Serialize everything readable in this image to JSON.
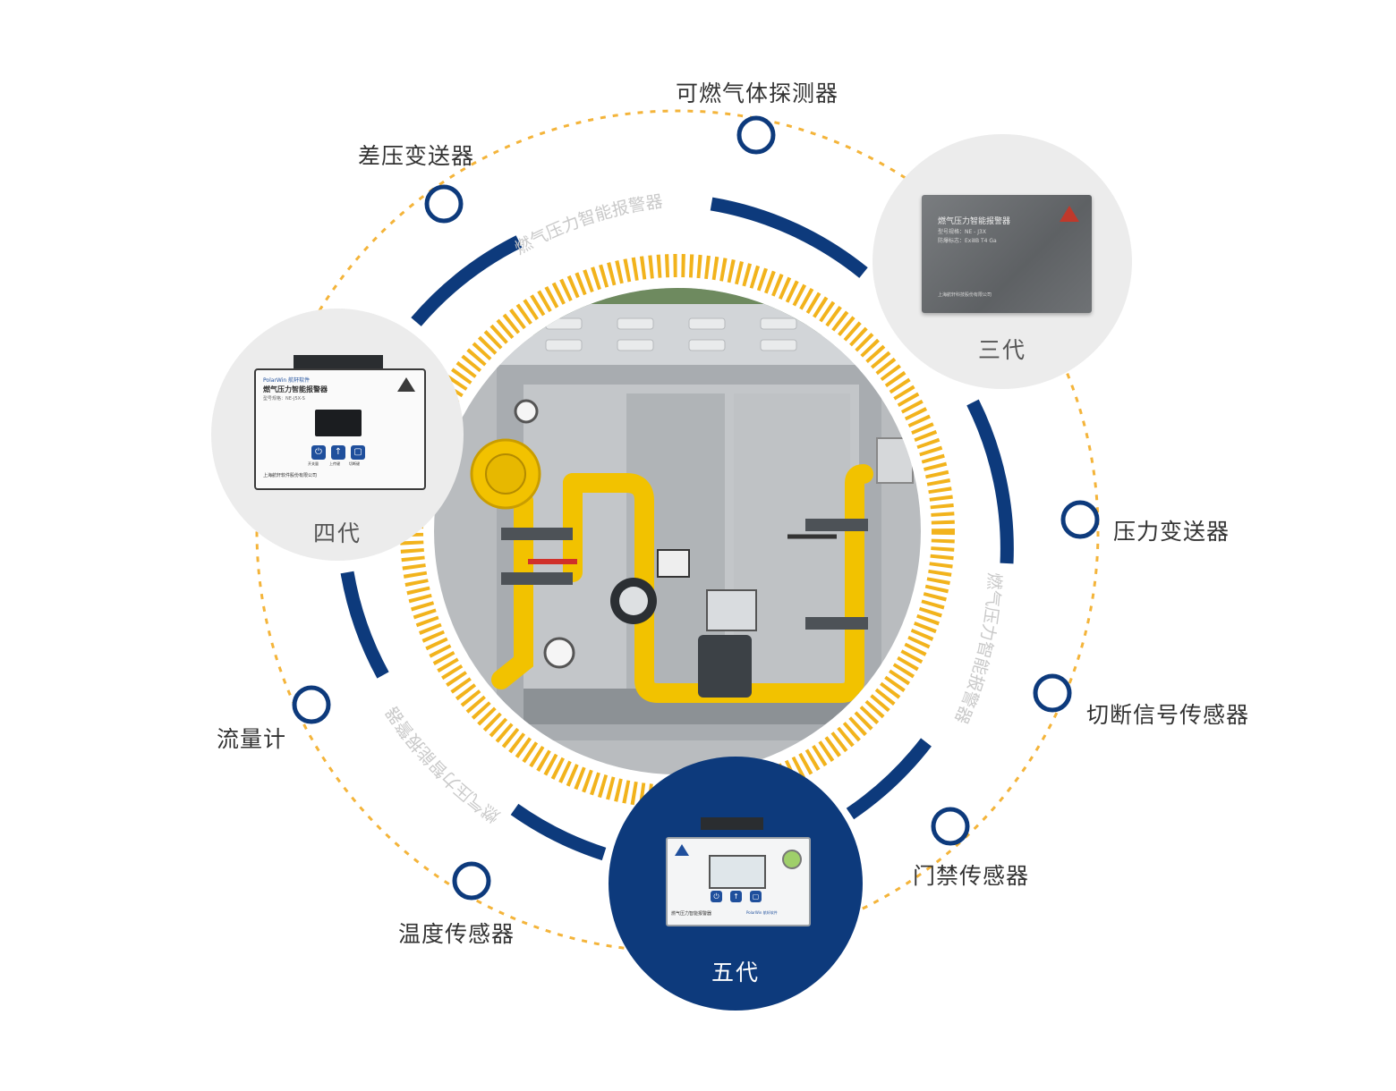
{
  "ring_text": "燃气压力智能报警器",
  "colors": {
    "navy": "#0d3a7c",
    "accent_yellow": "#f2b31c",
    "dash_orange": "#f4b43a",
    "light_gray": "#ececec",
    "label_text": "#333333"
  },
  "sensors": [
    {
      "id": "combustible-gas-detector",
      "label": "可燃气体探测器"
    },
    {
      "id": "diff-pressure-transmitter",
      "label": "差压变送器"
    },
    {
      "id": "pressure-transmitter",
      "label": "压力变送器"
    },
    {
      "id": "shutoff-signal-sensor",
      "label": "切断信号传感器"
    },
    {
      "id": "door-sensor",
      "label": "门禁传感器"
    },
    {
      "id": "flow-meter",
      "label": "流量计"
    },
    {
      "id": "temperature-sensor",
      "label": "温度传感器"
    }
  ],
  "generations": {
    "gen3": {
      "label": "三代",
      "device_title": "燃气压力智能报警器",
      "device_model": "型号规格：NE - J3X",
      "device_explosion": "防爆标志：ExiⅡB T4 Ga",
      "device_company": "上海航轩科技股份有限公司"
    },
    "gen4": {
      "label": "四代",
      "device_brand": "PolarWin 航轩软件",
      "device_title": "燃气压力智能报警器",
      "device_model": "型号规格：NE-J5X-S",
      "device_company": "上海航轩软件股份有限公司",
      "buttons": [
        "开关量",
        "上传键",
        "切断键"
      ]
    },
    "gen5": {
      "label": "五代",
      "device_title": "燃气压力智能报警器",
      "device_brand": "PolarWin 航轩软件",
      "buttons": [
        "开关量",
        "上传键",
        "切断键"
      ]
    }
  },
  "icons": {
    "node_marker": "hollow-circle-icon",
    "certification_badge": "triangle-badge-icon"
  }
}
